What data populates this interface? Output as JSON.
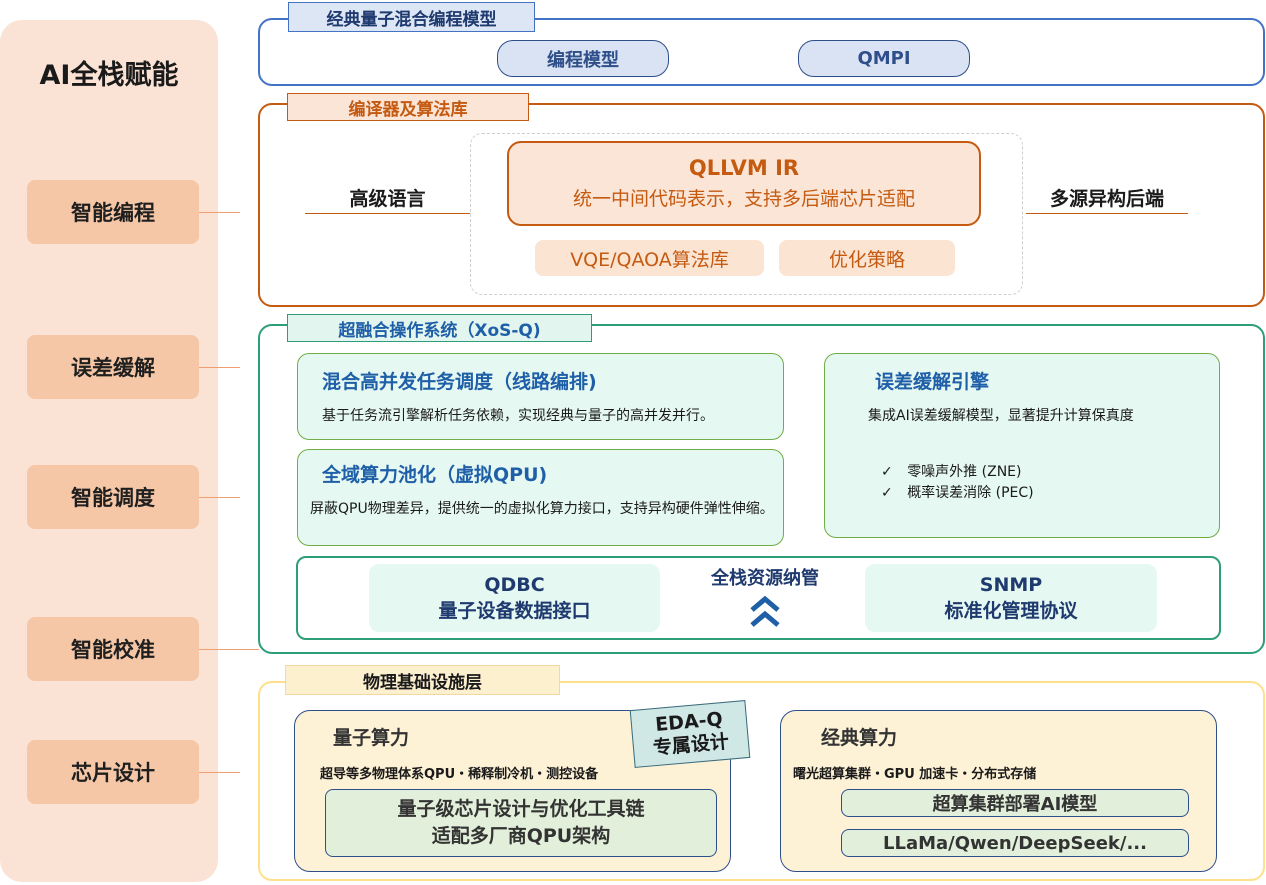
{
  "left": {
    "title": "AI全栈赋能",
    "items": [
      "智能编程",
      "误差缓解",
      "智能调度",
      "智能校准",
      "芯片设计"
    ]
  },
  "section1": {
    "title": "经典量子混合编程模型",
    "pills": [
      "编程模型",
      "QMPI"
    ]
  },
  "section2": {
    "title": "编译器及算法库",
    "left_label": "高级语言",
    "right_label": "多源异构后端",
    "ir_title": "QLLVM IR",
    "ir_subtitle": "统一中间代码表示，支持多后端芯片适配",
    "pills": [
      "VQE/QAOA算法库",
      "优化策略"
    ]
  },
  "section3": {
    "title": "超融合操作系统（XoS-Q)",
    "scheduling": {
      "title": "混合高并发任务调度（线路编排)",
      "text": "基于任务流引擎解析任务依赖，实现经典与量子的高并发并行。"
    },
    "pooling": {
      "title": "全域算力池化（虚拟QPU)",
      "text": "屏蔽QPU物理差异，提供统一的虚拟化算力接口，支持异构硬件弹性伸缩。"
    },
    "error_engine": {
      "title": "误差缓解引擎",
      "text": "集成AI误差缓解模型，显著提升计算保真度",
      "checks": [
        "零噪声外推 (ZNE)",
        "概率误差消除 (PEC)"
      ],
      "check_mark": "✓"
    },
    "resource": {
      "title": "全栈资源纳管",
      "arrow_icon": "double-chevron-up-icon",
      "left": {
        "line1": "QDBC",
        "line2": "量子设备数据接口"
      },
      "right": {
        "line1": "SNMP",
        "line2": "标准化管理协议"
      }
    }
  },
  "section4": {
    "title": "物理基础设施层",
    "quantum": {
      "title": "量子算力",
      "subtitle": "超导等多物理体系QPU・稀释制冷机・测控设备",
      "pill_line1": "量子级芯片设计与优化工具链",
      "pill_line2": "适配多厂商QPU架构"
    },
    "eda": {
      "line1": "EDA-Q",
      "line2": "专属设计"
    },
    "classic": {
      "title": "经典算力",
      "subtitle": "曙光超算集群・GPU 加速卡・分布式存储",
      "pill1": "超算集群部署AI模型",
      "pill2": "LLaMa/Qwen/DeepSeek/..."
    }
  },
  "colors": {
    "blue": "#4472c4",
    "orange": "#c55a11",
    "green": "#2e9e7a",
    "yellow": "#ffe08a",
    "left_panel": "#fae3d5",
    "left_item": "#f6c7a6"
  }
}
